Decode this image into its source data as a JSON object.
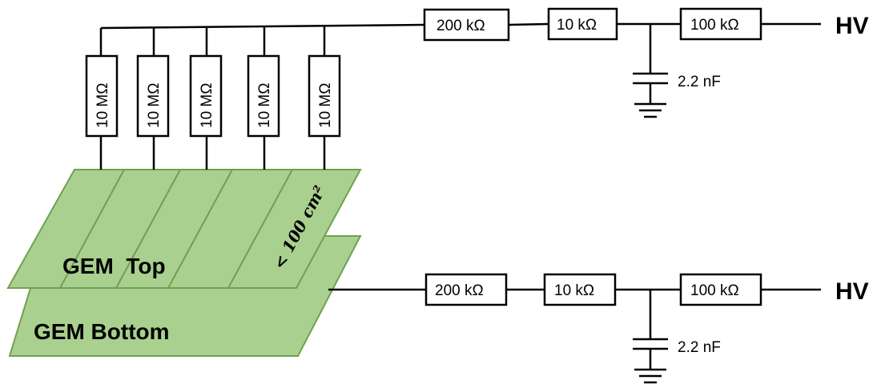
{
  "hv_label": "HV",
  "top_chain": {
    "r1": "200 kΩ",
    "r2": "10 kΩ",
    "r3": "100 kΩ",
    "cap": "2.2 nF"
  },
  "bottom_chain": {
    "r1": "200 kΩ",
    "r2": "10 kΩ",
    "r3": "100 kΩ",
    "cap": "2.2 nF"
  },
  "segment_resistors": [
    "10 MΩ",
    "10 MΩ",
    "10 MΩ",
    "10 MΩ",
    "10 MΩ"
  ],
  "gem_top_label": "GEM  Top",
  "gem_bottom_label": "GEM Bottom",
  "segment_area": "< 100 cm²"
}
